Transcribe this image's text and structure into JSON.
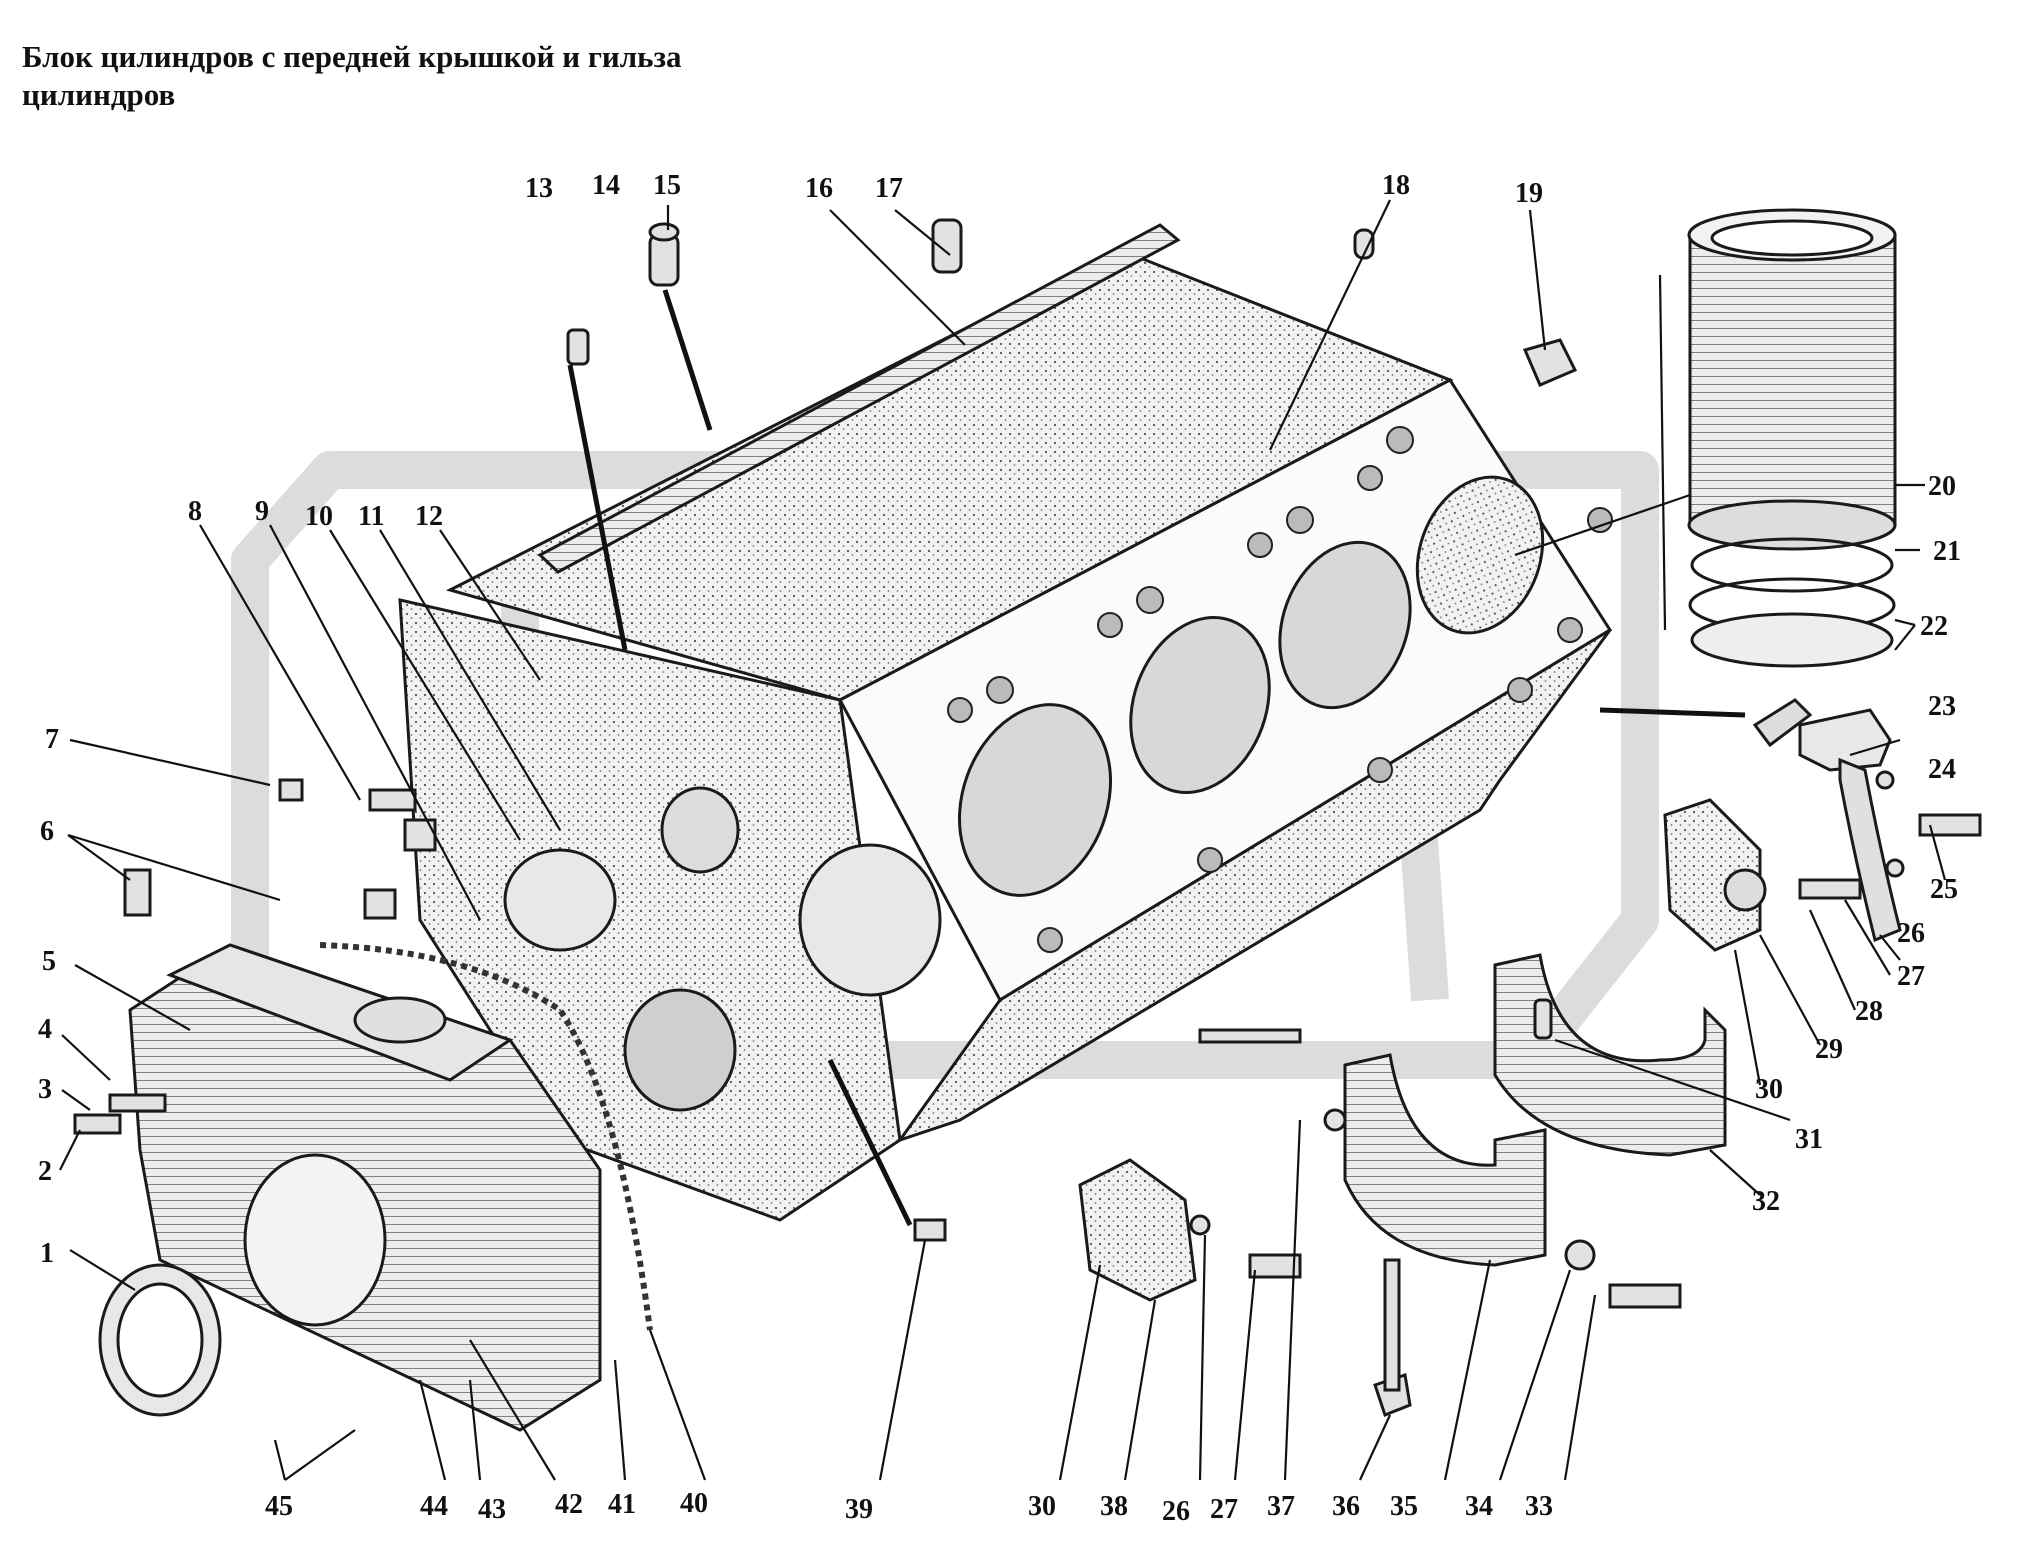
{
  "title": "Блок цилиндров с передней крышкой и гильза цилиндров",
  "callouts": [
    {
      "id": "c1",
      "text": "1"
    },
    {
      "id": "c2",
      "text": "2"
    },
    {
      "id": "c3",
      "text": "3"
    },
    {
      "id": "c4",
      "text": "4"
    },
    {
      "id": "c5",
      "text": "5"
    },
    {
      "id": "c6",
      "text": "6"
    },
    {
      "id": "c7",
      "text": "7"
    },
    {
      "id": "c8",
      "text": "8"
    },
    {
      "id": "c9",
      "text": "9"
    },
    {
      "id": "c10",
      "text": "10"
    },
    {
      "id": "c11",
      "text": "11"
    },
    {
      "id": "c12",
      "text": "12"
    },
    {
      "id": "c13",
      "text": "13"
    },
    {
      "id": "c14",
      "text": "14"
    },
    {
      "id": "c15",
      "text": "15"
    },
    {
      "id": "c16",
      "text": "16"
    },
    {
      "id": "c17",
      "text": "17"
    },
    {
      "id": "c18",
      "text": "18"
    },
    {
      "id": "c19",
      "text": "19"
    },
    {
      "id": "c20",
      "text": "20"
    },
    {
      "id": "c21",
      "text": "21"
    },
    {
      "id": "c22",
      "text": "22"
    },
    {
      "id": "c23",
      "text": "23"
    },
    {
      "id": "c24",
      "text": "24"
    },
    {
      "id": "c25",
      "text": "25"
    },
    {
      "id": "c26a",
      "text": "26"
    },
    {
      "id": "c27a",
      "text": "27"
    },
    {
      "id": "c28",
      "text": "28"
    },
    {
      "id": "c29",
      "text": "29"
    },
    {
      "id": "c30a",
      "text": "30"
    },
    {
      "id": "c31",
      "text": "31"
    },
    {
      "id": "c32",
      "text": "32"
    },
    {
      "id": "c33",
      "text": "33"
    },
    {
      "id": "c34",
      "text": "34"
    },
    {
      "id": "c35",
      "text": "35"
    },
    {
      "id": "c36",
      "text": "36"
    },
    {
      "id": "c37",
      "text": "37"
    },
    {
      "id": "c27b",
      "text": "27"
    },
    {
      "id": "c26b",
      "text": "26"
    },
    {
      "id": "c38",
      "text": "38"
    },
    {
      "id": "c30b",
      "text": "30"
    },
    {
      "id": "c39",
      "text": "39"
    },
    {
      "id": "c40",
      "text": "40"
    },
    {
      "id": "c41",
      "text": "41"
    },
    {
      "id": "c42",
      "text": "42"
    },
    {
      "id": "c43",
      "text": "43"
    },
    {
      "id": "c44",
      "text": "44"
    },
    {
      "id": "c45",
      "text": "45"
    }
  ]
}
